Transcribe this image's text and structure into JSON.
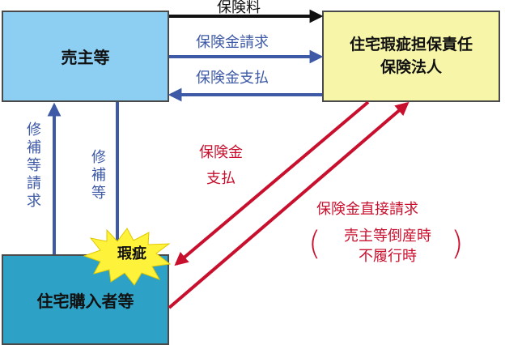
{
  "colors": {
    "seller_fill": "#8ccff2",
    "insurer_fill": "#f6f5a8",
    "buyer_fill": "#2ea1c6",
    "blue_arrow": "#3e5aa6",
    "black_arrow": "#111111",
    "red_arrow": "#c8102e",
    "defect_fill": "#fff23a"
  },
  "seller": {
    "label": "売主等"
  },
  "insurer": {
    "line1": "住宅瑕疵担保責任",
    "line2": "保険法人"
  },
  "buyer": {
    "label": "住宅購入者等"
  },
  "arrows": {
    "premium": "保険料",
    "claim": "保険金請求",
    "payment_to_seller": "保険金支払",
    "repair_request": "修補等請求",
    "repair": "修補等",
    "payment_to_buyer_line1": "保険金",
    "payment_to_buyer_line2": "支払",
    "direct_claim": "保険金直接請求",
    "direct_claim_condition_line1": "売主等倒産時",
    "direct_claim_condition_line2": "不履行時"
  },
  "defect": {
    "label": "瑕疵"
  }
}
